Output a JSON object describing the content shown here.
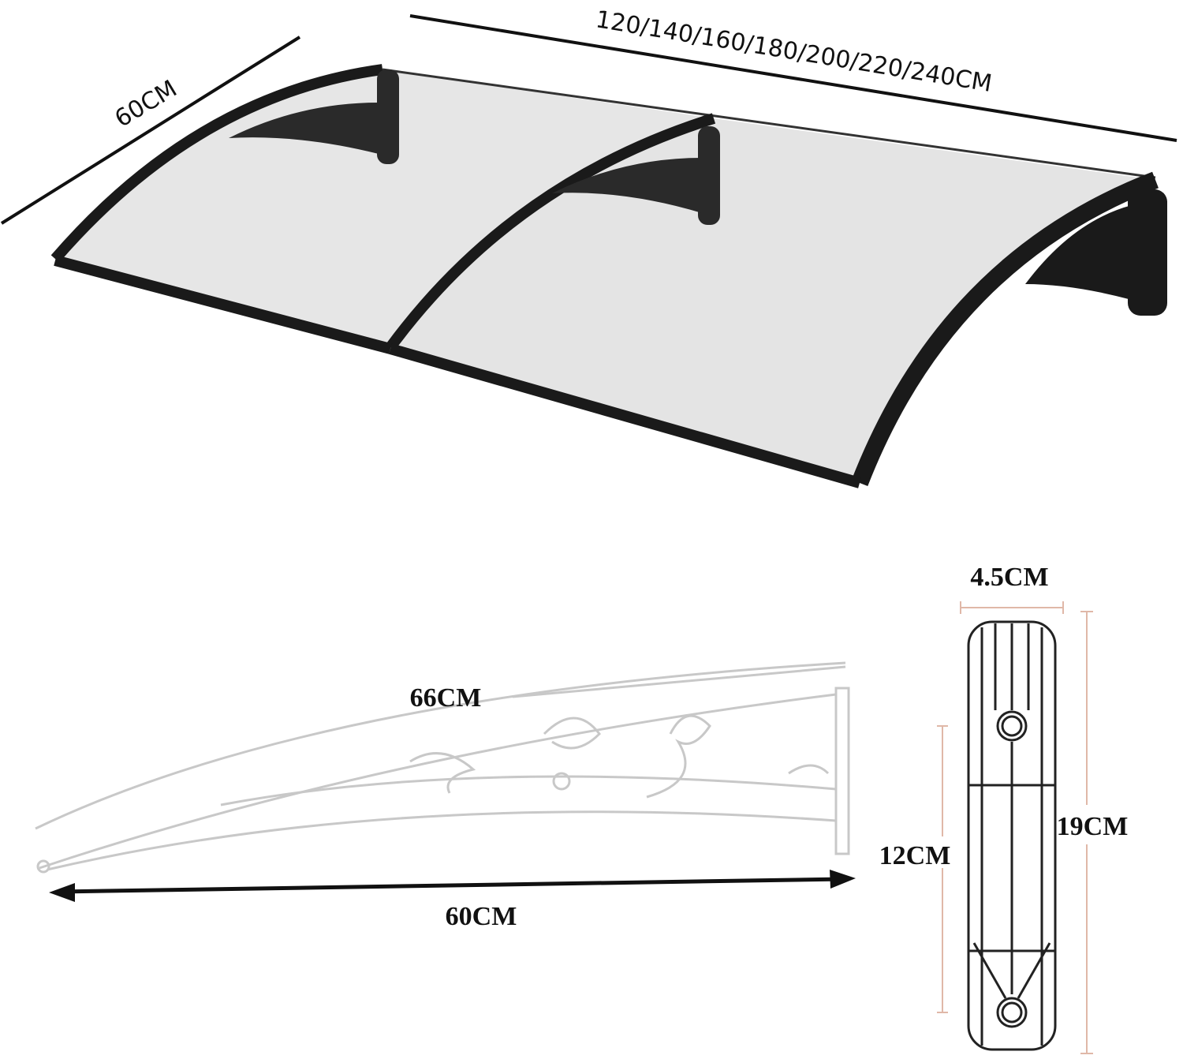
{
  "top_view": {
    "depth_label": "60CM",
    "width_label": "120/140/160/180/200/220/240CM"
  },
  "bracket_side_view": {
    "arc_length_label": "66CM",
    "depth_label": "60CM"
  },
  "wall_plate_view": {
    "width_label": "4.5CM",
    "hole_spacing_label": "12CM",
    "height_label": "19CM"
  },
  "colors": {
    "frame": "#1a1a1a",
    "panel": "#e6e6e6",
    "sketch": "#c8c8c8",
    "dimension_guide": "#e0b8a8"
  }
}
